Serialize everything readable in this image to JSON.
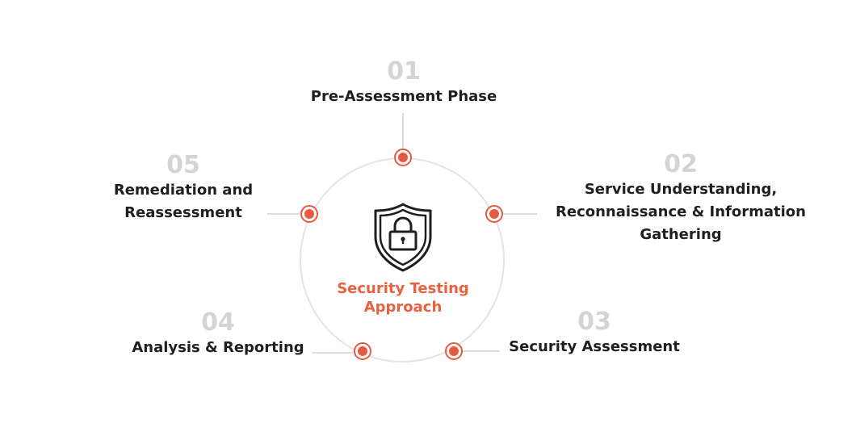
{
  "diagram": {
    "center": {
      "icon": "shield-lock-icon",
      "title_line1": "Security Testing",
      "title_line2": "Approach"
    },
    "colors": {
      "accent": "#e85a40",
      "number": "#d4d4d4",
      "text": "#1f1f1f",
      "ring": "#e4e4e4"
    },
    "steps": [
      {
        "number": "01",
        "lines": [
          "Pre-Assessment Phase"
        ]
      },
      {
        "number": "02",
        "lines": [
          "Service Understanding,",
          "Reconnaissance & Information",
          "Gathering"
        ]
      },
      {
        "number": "03",
        "lines": [
          "Security Assessment"
        ]
      },
      {
        "number": "04",
        "lines": [
          "Analysis & Reporting"
        ]
      },
      {
        "number": "05",
        "lines": [
          "Remediation and",
          "Reassessment"
        ]
      }
    ]
  }
}
